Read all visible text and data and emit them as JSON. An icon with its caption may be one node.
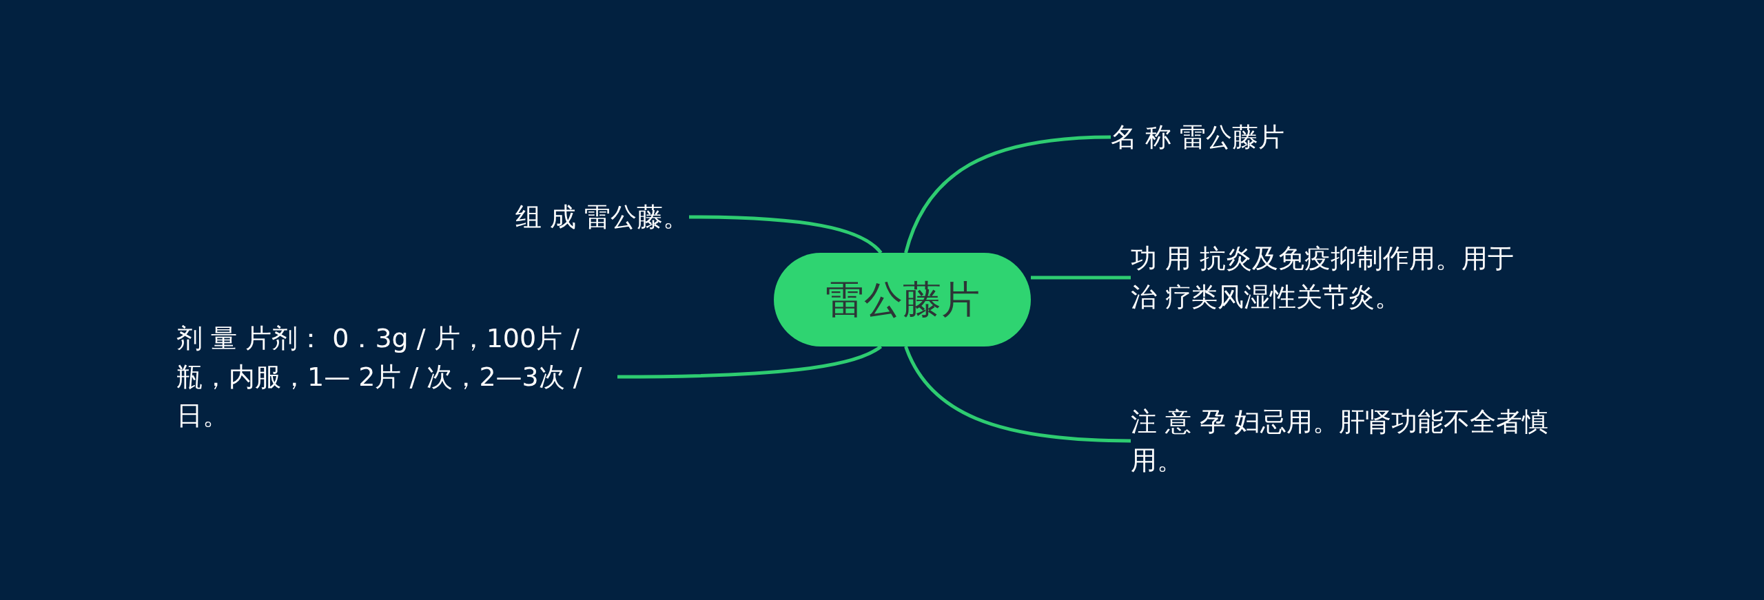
{
  "diagram": {
    "nodes": [
      {
        "text": [
          "雷公藤片"
        ]
      },
      {
        "text": [
          "名 称 雷公藤片"
        ]
      },
      {
        "text": [
          "功 用 抗炎及免疫抑制作用。用于治 疗类风湿性关节炎。"
        ]
      },
      {
        "text": [
          "注 意 孕 妇忌用。肝肾功能不全者慎用。"
        ]
      },
      {
        "text": [
          "组 成 雷公藤。"
        ]
      },
      {
        "text": [
          "剂 量 片剂： 0．3g / 片，100片 / 瓶，内服，1— 2片 / 次，2—3次 / 日。"
        ]
      }
    ],
    "edges": [
      {
        "from": 0,
        "to": 1,
        "arrow": "none"
      },
      {
        "from": 0,
        "to": 2,
        "arrow": "none"
      },
      {
        "from": 0,
        "to": 3,
        "arrow": "none"
      },
      {
        "from": 0,
        "to": 4,
        "arrow": "none"
      },
      {
        "from": 0,
        "to": 5,
        "arrow": "none"
      }
    ]
  }
}
